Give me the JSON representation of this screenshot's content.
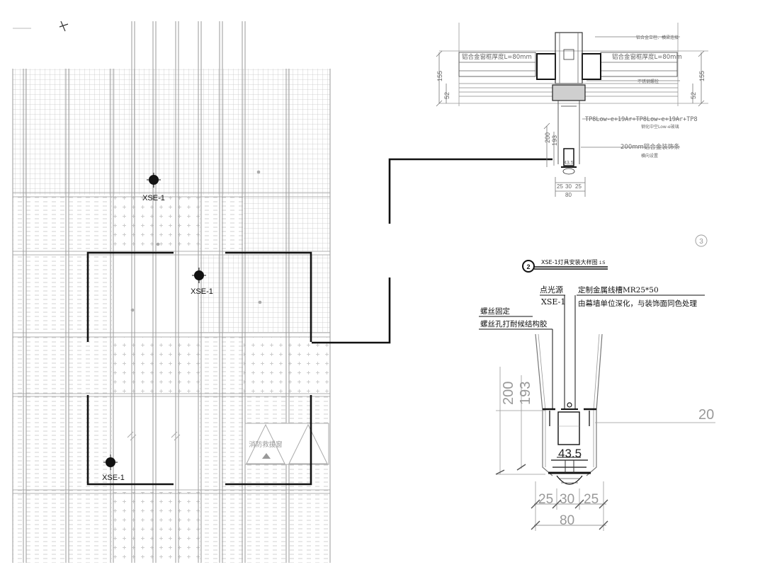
{
  "elevation": {
    "markers": [
      {
        "label": "XSE-1"
      },
      {
        "label": "XSE-1"
      },
      {
        "label": "XSE-1"
      }
    ],
    "hatch_label": "消防救援窗"
  },
  "top_section": {
    "thickness_left": "铝合金窗框厚度L=80mm",
    "thickness_right": "铝合金窗框厚度L=80mm",
    "dim_155": "155",
    "dim_52": "52",
    "dim_200": "200",
    "dim_193": "193",
    "dim_width": [
      "25",
      "30",
      "25"
    ],
    "dim_80": "80",
    "dim_435": "43.5",
    "glass_spec": "TP8Low-e+19Ar+TP8Low-e+19Ar+TP8",
    "glass_sub": "钢化中空Low-e玻璃",
    "fin_note": "200mm铝合金装饰条",
    "fin_sub": "横向设置",
    "top_note": "铝合金立柱、横梁连接",
    "mid_note": "不锈钢螺栓"
  },
  "circle_ref": "3",
  "detail": {
    "number": "2",
    "title": "XSE-1灯具安装大样图",
    "scale": "1:5",
    "label_point_source": "点光源",
    "label_xse": "XSE-1",
    "label_channel": "定制金属线槽MR25*50",
    "label_channel_note": "由幕墙单位深化，与装饰面同色处理",
    "label_screw": "螺丝固定",
    "label_screw_glue": "螺丝孔打耐候结构胶",
    "dim_200": "200",
    "dim_193": "193",
    "dim_20": "20",
    "dim_435": "43.5",
    "dim_widths": [
      "25",
      "30",
      "25"
    ],
    "dim_80": "80"
  }
}
